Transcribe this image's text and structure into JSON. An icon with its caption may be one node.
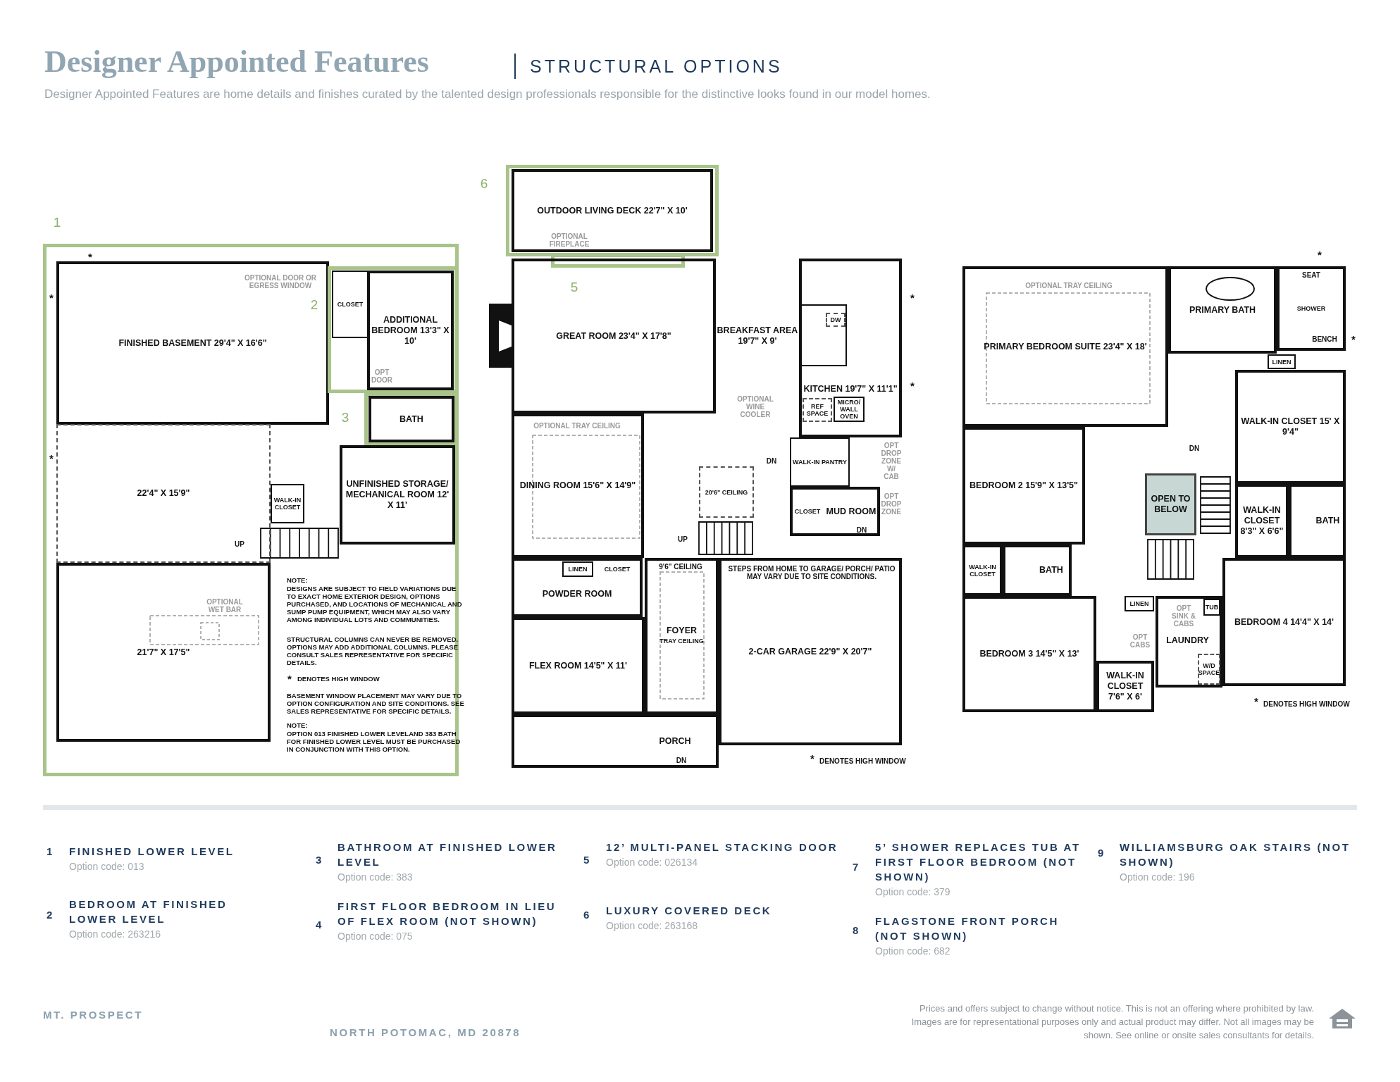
{
  "diagram": {
    "title": "Designer Appointed Features",
    "nodes": [
      {
        "text": [],
        "shape": "box"
      },
      {
        "text": [
          "FINISHED BASEMENT 29'4\" X 16'6\""
        ],
        "in": 0
      },
      {
        "text": [],
        "shape": "box",
        "in": 0
      },
      {
        "text": [
          "CLOSET"
        ],
        "in": 2
      },
      {
        "text": [
          "ADDITIONAL BEDROOM 13'3\" X 10'"
        ],
        "in": 2
      },
      {
        "text": [],
        "shape": "box",
        "in": 0
      },
      {
        "text": [
          "BATH"
        ],
        "in": 5
      },
      {
        "text": [
          "22'4\" X 15'9\""
        ],
        "in": 0
      },
      {
        "text": [
          "WALK-IN CLOSET"
        ],
        "in": 0
      },
      {
        "text": [
          "UNFINISHED STORAGE/ MECHANICAL ROOM 12' X 11'"
        ],
        "in": 0
      },
      {
        "text": [
          "21'7\" X 17'5\""
        ],
        "in": 0
      },
      {
        "text": [],
        "shape": "box"
      },
      {
        "text": [
          "OUTDOOR LIVING DECK 22'7\" X 10'"
        ],
        "in": 11
      },
      {
        "text": [],
        "shape": "box"
      },
      {
        "text": [
          "GREAT ROOM 23'4\" X 17'8\""
        ]
      },
      {
        "text": [
          "BREAKFAST AREA 19'7\" X 9'"
        ]
      },
      {
        "text": [
          "KITCHEN 19'7\" X 11'1\""
        ]
      },
      {
        "text": [
          "DINING ROOM 15'6\" X 14'9\""
        ]
      },
      {
        "text": [
          "20'6\" CEILING"
        ]
      },
      {
        "text": [
          "WALK-IN PANTRY"
        ]
      },
      {
        "text": [
          "MUD ROOM"
        ]
      },
      {
        "text": [
          "CLOSET"
        ],
        "in": 20
      },
      {
        "text": [
          "POWDER ROOM"
        ]
      },
      {
        "text": [
          "LINEN"
        ],
        "in": 22
      },
      {
        "text": [
          "CLOSET"
        ],
        "in": 22
      },
      {
        "text": [
          "FLEX ROOM 14'5\" X 11'"
        ]
      },
      {
        "text": [
          "FOYER",
          "TRAY CEILING"
        ]
      },
      {
        "text": [
          "PORCH"
        ]
      },
      {
        "text": [
          "2-CAR GARAGE 22'9\" X 20'7\""
        ]
      },
      {
        "text": [
          "REF SPACE"
        ],
        "in": 16
      },
      {
        "text": [
          "MICRO/ WALL OVEN"
        ],
        "in": 16
      },
      {
        "text": [
          "DW"
        ],
        "in": 16
      },
      {
        "text": [
          "PRIMARY BEDROOM SUITE 23'4\" X 18'"
        ]
      },
      {
        "text": [
          "PRIMARY BATH"
        ]
      },
      {
        "text": [
          "SHOWER"
        ]
      },
      {
        "text": [
          "LINEN"
        ]
      },
      {
        "text": [
          "WALK-IN CLOSET 15' X 9'4\""
        ]
      },
      {
        "text": [
          "BEDROOM 2 15'9\" X 13'5\""
        ]
      },
      {
        "text": [
          "OPEN TO BELOW"
        ]
      },
      {
        "text": [
          "WALK-IN CLOSET 8'3\" X 6'6\""
        ]
      },
      {
        "text": [
          "BATH"
        ]
      },
      {
        "text": [
          "WALK-IN CLOSET"
        ]
      },
      {
        "text": [
          "BATH"
        ]
      },
      {
        "text": [
          "BEDROOM 3 14'5\" X 13'"
        ]
      },
      {
        "text": [
          "LINEN"
        ]
      },
      {
        "text": [
          "LAUNDRY"
        ]
      },
      {
        "text": [
          "TUB"
        ],
        "in": 45
      },
      {
        "text": [
          "W/D SPACE"
        ],
        "in": 45
      },
      {
        "text": [
          "WALK-IN CLOSET 7'6\" X 6'"
        ]
      },
      {
        "text": [
          "BEDROOM 4 14'4\" X 14'"
        ]
      }
    ],
    "edges": [],
    "labels": [
      "STRUCTURAL OPTIONS",
      "Designer Appointed Features are home details and finishes curated by the talented design professionals responsible for the distinctive looks found in our model homes.",
      "*",
      "*",
      "OPTIONAL DOOR OR EGRESS WINDOW",
      "OPT DOOR",
      "*",
      "UP",
      "OPTIONAL WET BAR",
      "NOTE:",
      "DESIGNS ARE SUBJECT TO FIELD VARIATIONS DUE TO EXACT HOME EXTERIOR DESIGN, OPTIONS PURCHASED, AND LOCATIONS OF MECHANICAL AND SUMP PUMP EQUIPMENT, WHICH MAY ALSO VARY AMONG INDIVIDUAL LOTS AND COMMUNITIES.",
      "STRUCTURAL COLUMNS CAN NEVER BE REMOVED. OPTIONS MAY ADD ADDITIONAL COLUMNS. PLEASE CONSULT SALES REPRESENTATIVE FOR SPECIFIC DETAILS.",
      "*",
      "DENOTES HIGH WINDOW",
      "BASEMENT WINDOW PLACEMENT MAY VARY DUE TO OPTION CONFIGURATION AND SITE CONDITIONS. SEE SALES REPRESENTATIVE FOR SPECIFIC DETAILS.",
      "NOTE:",
      "OPTION 013 FINISHED LOWER LEVELAND 383 BATH FOR FINISHED LOWER LEVEL MUST BE PURCHASED IN CONJUNCTION WITH THIS OPTION.",
      "OPTIONAL FIREPLACE",
      "*",
      "*",
      "OPTIONAL WINE COOLER",
      "OPTIONAL TRAY CEILING",
      "DN",
      "OPT DROP ZONE W/ CAB",
      "OPT DROP ZONE",
      "UP",
      "DN",
      "9'6\" CEILING",
      "STEPS FROM HOME TO GARAGE/ PORCH/ PATIO MAY VARY DUE TO SITE CONDITIONS.",
      "DN",
      "*",
      "DENOTES HIGH WINDOW",
      "*",
      "OPTIONAL TRAY CEILING",
      "SEAT",
      "BENCH",
      "*",
      "DN",
      "OPT SINK & CABS",
      "OPT CABS",
      "*",
      "DENOTES HIGH WINDOW",
      "1",
      "FINISHED LOWER LEVEL",
      "Option code: 013",
      "3",
      "BATHROOM AT FINISHED LOWER LEVEL",
      "Option code: 383",
      "5",
      "12’ MULTI-PANEL STACKING DOOR",
      "Option code: 026134",
      "7",
      "5’ SHOWER REPLACES TUB AT FIRST FLOOR BEDROOM (NOT SHOWN)",
      "Option code: 379",
      "9",
      "WILLIAMSBURG OAK STAIRS (NOT SHOWN)",
      "Option code: 196",
      "2",
      "BEDROOM AT FINISHED LOWER LEVEL",
      "Option code: 263216",
      "4",
      "FIRST FLOOR BEDROOM IN LIEU OF FLEX ROOM (NOT SHOWN)",
      "Option code: 075",
      "6",
      "LUXURY COVERED DECK",
      "Option code: 263168",
      "8",
      "FLAGSTONE FRONT PORCH (NOT SHOWN)",
      "Option code: 682",
      "MT. PROSPECT",
      "NORTH POTOMAC, MD 20878",
      "Prices and offers subject to change without notice. This is not an offering where prohibited by law. Images are for representational purposes only and actual product may differ. Not all images may be shown. See online or onsite sales consultants for details.",
      "1",
      "2",
      "3",
      "6",
      "5"
    ]
  }
}
